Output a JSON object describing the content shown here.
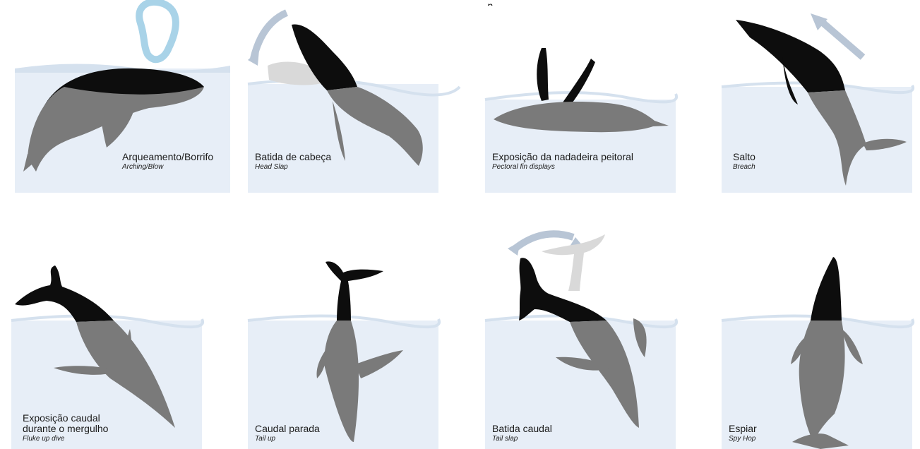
{
  "colors": {
    "water": "#e7eef7",
    "wave": "#d5e1ee",
    "whale_above": "#0d0d0d",
    "whale_below": "#7a7a7a",
    "ghost": "#d9d9d9",
    "arrow": "#b8c5d5",
    "spout": "#a9d3e8"
  },
  "header": {
    "cut_text": "p"
  },
  "behaviors": [
    {
      "label_pt": "Arqueamento/Borrifo",
      "label_en": "Arching/Blow",
      "icon": "arching-whale-icon"
    },
    {
      "label_pt": "Batida de cabeça",
      "label_en": "Head Slap",
      "icon": "head-slap-whale-icon"
    },
    {
      "label_pt": "Exposição da nadadeira peitoral",
      "label_en": "Pectoral fin displays",
      "icon": "pectoral-fin-whale-icon"
    },
    {
      "label_pt": "Salto",
      "label_en": "Breach",
      "icon": "breach-whale-icon"
    },
    {
      "label_pt": "Exposição caudal\ndurante o mergulho",
      "label_en": "Fluke up dive",
      "icon": "fluke-up-dive-whale-icon"
    },
    {
      "label_pt": "Caudal parada",
      "label_en": "Tail up",
      "icon": "tail-up-whale-icon"
    },
    {
      "label_pt": "Batida caudal",
      "label_en": "Tail slap",
      "icon": "tail-slap-whale-icon"
    },
    {
      "label_pt": "Espiar",
      "label_en": "Spy Hop",
      "icon": "spy-hop-whale-icon"
    }
  ]
}
